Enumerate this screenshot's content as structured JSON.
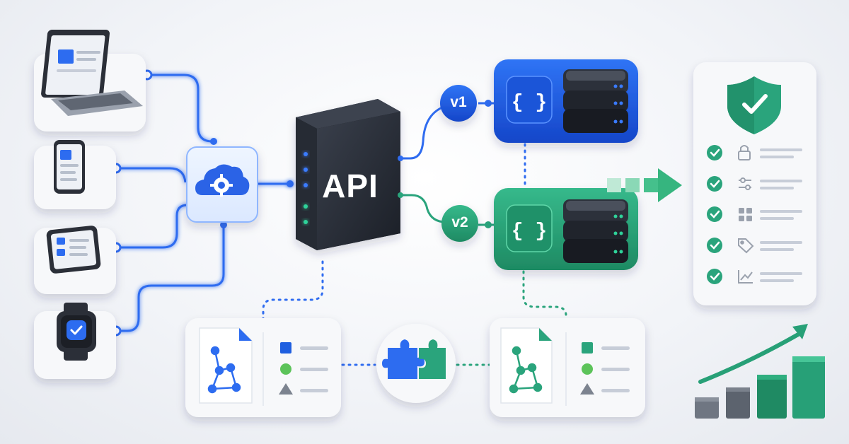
{
  "gateway": {
    "label": "API"
  },
  "versions": [
    {
      "label": "v1",
      "color": "#1f5fe0"
    },
    {
      "label": "v2",
      "color": "#2aa47c"
    }
  ],
  "clients": [
    "laptop-icon",
    "phone-icon",
    "tablet-icon",
    "smartwatch-icon"
  ],
  "hub": {
    "icon": "cloud-gear-icon"
  },
  "checklist": {
    "badge": "shield-check-icon",
    "items": [
      "lock-icon",
      "sliders-icon",
      "grid-icon",
      "tag-icon",
      "chart-line-icon"
    ]
  },
  "colors": {
    "blue": "#1f5fe0",
    "green": "#2aa47c",
    "dark": "#23272f",
    "check_green": "#2aa47c"
  }
}
